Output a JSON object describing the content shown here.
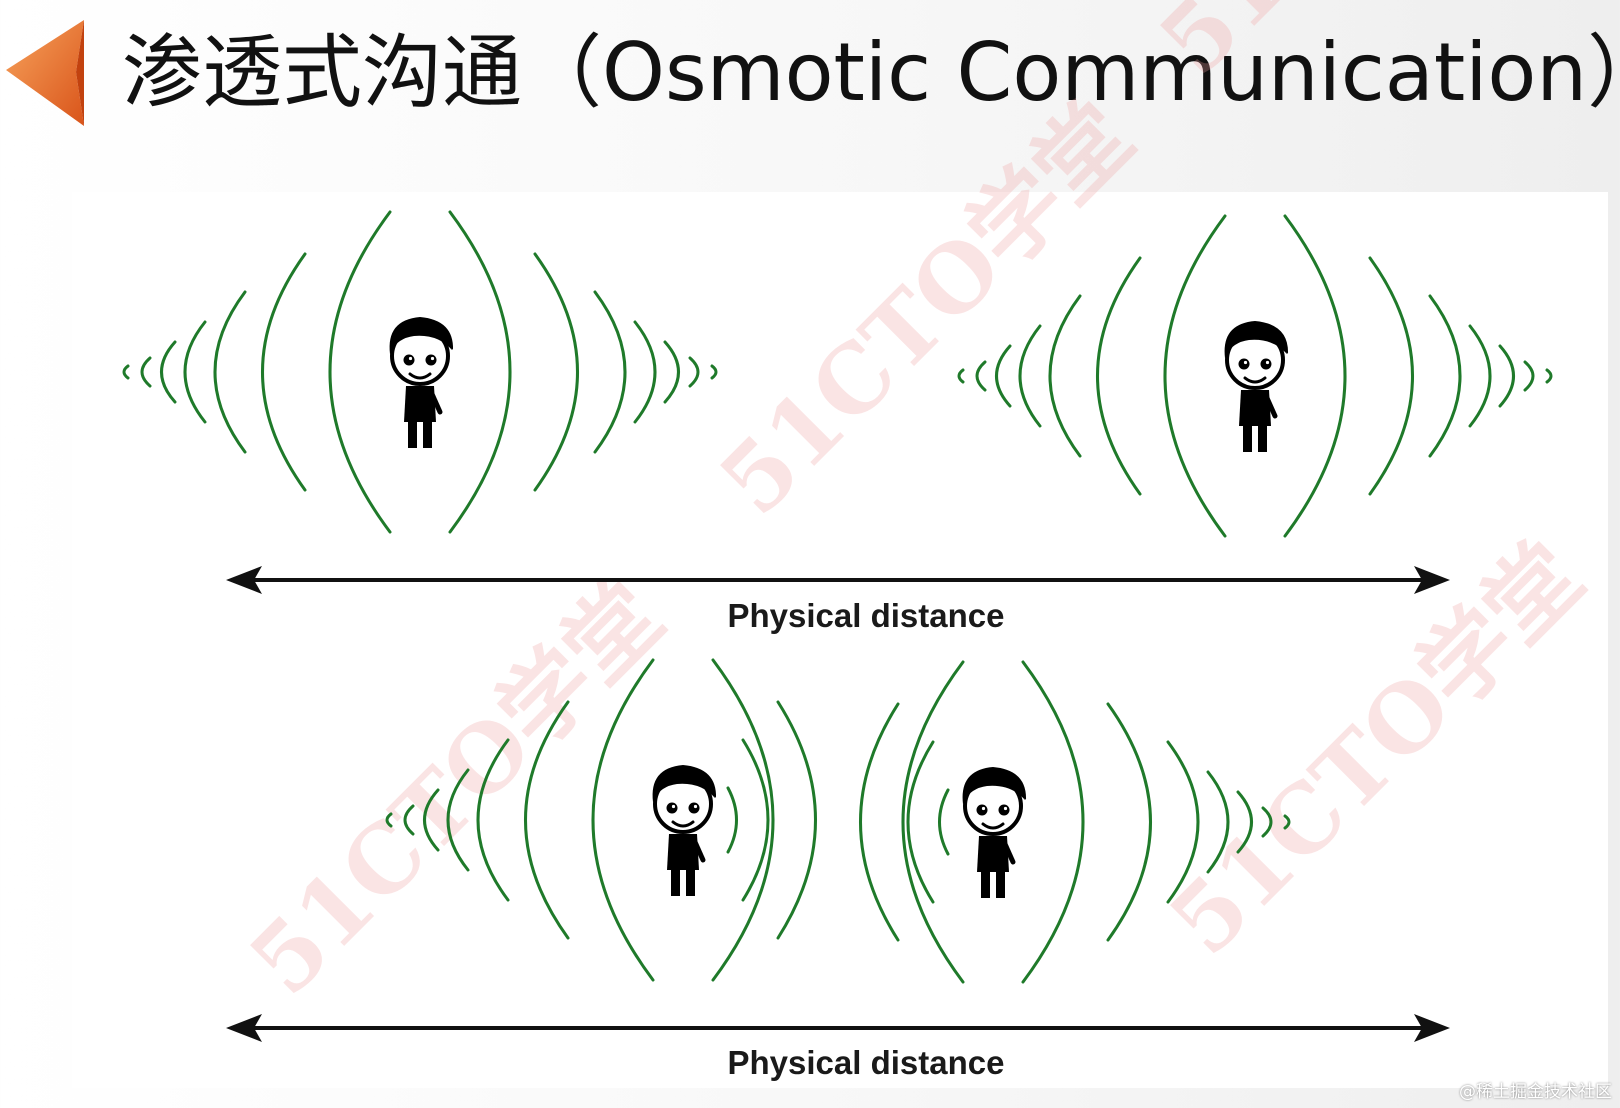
{
  "title": "渗透式沟通（Osmotic Communication）",
  "colors": {
    "arrow_orange": "#f07a2a",
    "wave_green": "#1f7a2a",
    "watermark_pink": "#f0a0a0"
  },
  "diagram": {
    "top_label": "Physical distance",
    "bottom_label": "Physical distance"
  },
  "watermark": "51CTO学堂",
  "credit": "@稀土掘金技术社区"
}
